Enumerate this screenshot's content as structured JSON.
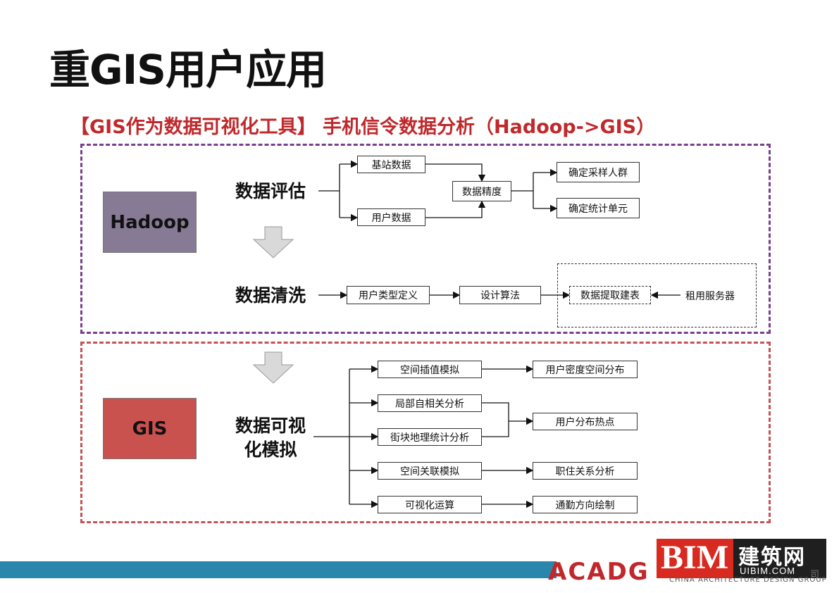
{
  "title": "重GIS用户应用",
  "subtitle": "【GIS作为数据可视化工具】 手机信令数据分析（Hadoop->GIS）",
  "boxes": {
    "hadoop": "Hadoop",
    "gis": "GIS"
  },
  "stages": {
    "evaluate": "数据评估",
    "clean": "数据清洗",
    "visualize_line1": "数据可视",
    "visualize_line2": "化模拟"
  },
  "evaluate": {
    "base_station": "基站数据",
    "user_data": "用户数据",
    "precision": "数据精度",
    "sample_group": "确定采样人群",
    "stat_unit": "确定统计单元"
  },
  "clean": {
    "user_type": "用户类型定义",
    "algorithm": "设计算法",
    "extract": "数据提取建表",
    "server": "租用服务器"
  },
  "visualize": {
    "methods": [
      "空间插值模拟",
      "局部自相关分析",
      "街块地理统计分析",
      "空间关联模拟",
      "可视化运算"
    ],
    "results": [
      "用户密度空间分布",
      "用户分布热点",
      "职住关系分析",
      "通勤方向绘制"
    ]
  },
  "footer": {
    "logo": "ACADG",
    "bim": "BIM",
    "bim_cn": "建筑网",
    "bim_url": "UIBIM.COM",
    "tail": "司",
    "under": "CHINA ARCHITECTURE DESIGN GROUP"
  },
  "colors": {
    "title_red": "#c0282b",
    "hadoop_fill": "#877a95",
    "gis_fill": "#c9524f",
    "frame_purple": "#7a3e8e",
    "frame_red": "#c45356",
    "footer_blue": "#2a86aa"
  }
}
